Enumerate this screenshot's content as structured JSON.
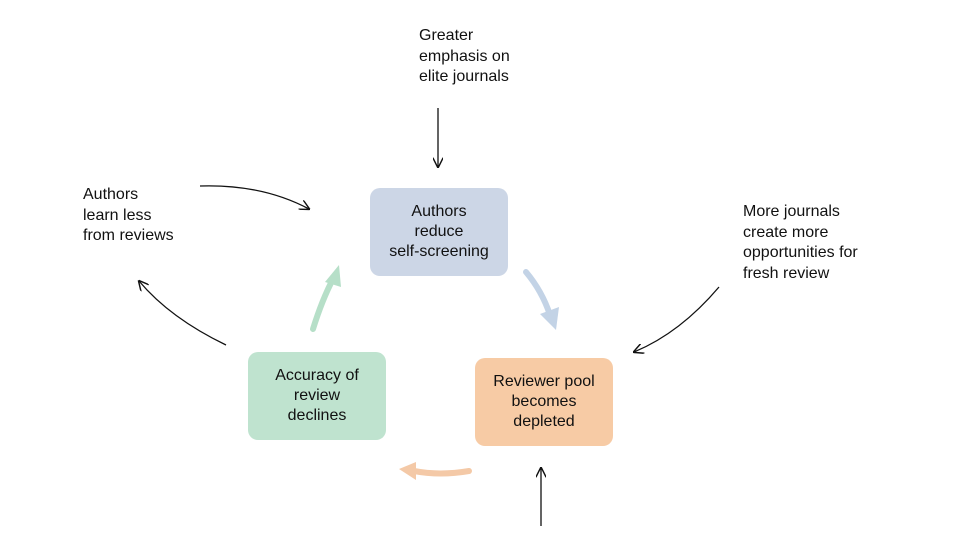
{
  "colors": {
    "authors_box": "#ccd6e6",
    "reviewer_box": "#f7cba5",
    "accuracy_box": "#bfe3cf",
    "arrow_blue": "#c3d3e6",
    "arrow_orange": "#f4c9a7",
    "arrow_green": "#b6dfc8",
    "thin_arrow": "#111111"
  },
  "nodes": {
    "authors": {
      "lines": [
        "Authors",
        "reduce",
        "self-screening"
      ]
    },
    "reviewer": {
      "lines": [
        "Reviewer pool",
        "becomes",
        "depleted"
      ]
    },
    "accuracy": {
      "lines": [
        "Accuracy of",
        "review",
        "declines"
      ]
    }
  },
  "labels": {
    "top": {
      "lines": [
        "Greater",
        "emphasis on",
        "elite journals"
      ]
    },
    "left": {
      "lines": [
        "Authors",
        "learn less",
        "from reviews"
      ]
    },
    "right": {
      "lines": [
        "More journals",
        "create more",
        "opportunities for",
        "fresh review"
      ]
    }
  }
}
